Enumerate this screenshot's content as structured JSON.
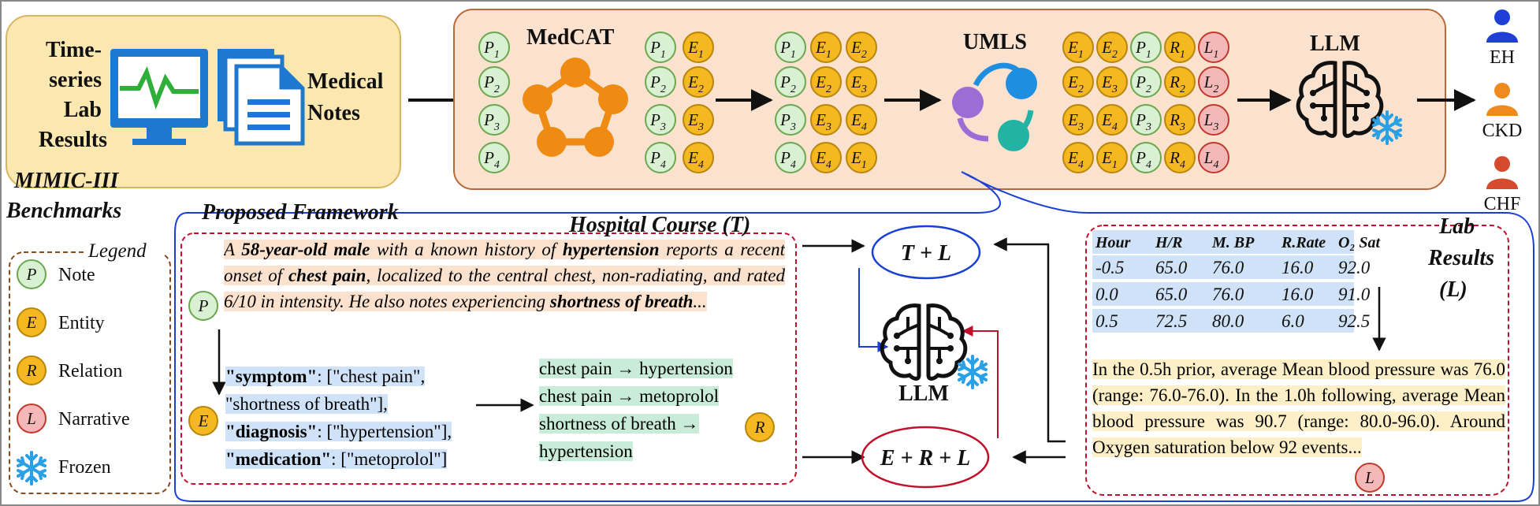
{
  "inputs": {
    "left_label_lines": [
      "Time-",
      "series",
      "Lab",
      "Results"
    ],
    "right_label_lines": [
      "Medical",
      "Notes"
    ]
  },
  "benchmark": {
    "lines": [
      "MIMIC-III",
      "Benchmarks"
    ]
  },
  "pipeline": {
    "medcat_label": "MedCAT",
    "umls_label": "UMLS",
    "llm_label": "LLM"
  },
  "outcomes": [
    {
      "label": "EH",
      "color": "#1f3fd6"
    },
    {
      "label": "CKD",
      "color": "#f08a1c"
    },
    {
      "label": "CHF",
      "color": "#d64a2e"
    }
  ],
  "framework": {
    "title": "Proposed Framework"
  },
  "hospital_course": {
    "title": "Hospital Course (",
    "title_var": "T",
    "title_end": ")",
    "paragraph": [
      {
        "t": "A ",
        "b": false
      },
      {
        "t": "58-year-old male",
        "b": true
      },
      {
        "t": " with a known history of ",
        "b": false
      },
      {
        "t": "hypertension",
        "b": true
      },
      {
        "t": " reports a recent onset of ",
        "b": false
      },
      {
        "t": "chest pain",
        "b": true
      },
      {
        "t": ", localized to the central chest, non-radiating, and rated 6/10 in intensity. He also notes experiencing ",
        "b": false
      },
      {
        "t": "shortness of breath",
        "b": true
      },
      {
        "t": "...",
        "b": false
      }
    ],
    "entities": [
      {
        "key": "\"symptom\"",
        "rest": ": [\"chest pain\","
      },
      {
        "key": "",
        "rest": "\"shortness of breath\"],"
      },
      {
        "key": "\"diagnosis\"",
        "rest": ": [\"hypertension\"],"
      },
      {
        "key": "\"medication\"",
        "rest": ": [\"metoprolol\"]"
      }
    ],
    "relations": [
      "chest pain → hypertension",
      "chest pain → metoprolol",
      "shortness of breath →",
      "hypertension"
    ]
  },
  "center": {
    "top_formula": "T + L",
    "bottom_formula": "E + R + L",
    "llm_label": "LLM"
  },
  "lab": {
    "title_lines": [
      "Lab",
      "Results"
    ],
    "title_var": "(L)",
    "headers": [
      "Hour",
      "H/R",
      "M. BP",
      "R.Rate",
      "O₂ Sat"
    ],
    "rows": [
      [
        "-0.5",
        "65.0",
        "76.0",
        "16.0",
        "92.0"
      ],
      [
        "0.0",
        "65.0",
        "76.0",
        "16.0",
        "91.0"
      ],
      [
        "0.5",
        "72.5",
        "80.0",
        "6.0",
        "92.5"
      ]
    ],
    "narrative": "In the 0.5h prior, average Mean blood pressure was 76.0 (range: 76.0-76.0). In the 1.0h following, average Mean blood pressure was 90.7 (range: 80.0-96.0). Around Oxygen saturation below 92 events..."
  },
  "legend": {
    "title": "Legend",
    "items": [
      {
        "letter": "P",
        "label": "Note"
      },
      {
        "letter": "E",
        "label": "Entity"
      },
      {
        "letter": "R",
        "label": "Relation"
      },
      {
        "letter": "L",
        "label": "Narrative"
      },
      {
        "letter": "",
        "label": "Frozen"
      }
    ]
  },
  "circles": {
    "P_fill": "#d9f0d3",
    "P_stroke": "#6aa84f",
    "E_fill": "#f5b820",
    "E_stroke": "#b8860b",
    "R_fill": "#f5b820",
    "R_stroke": "#b8860b",
    "L_fill": "#f4b8b8",
    "L_stroke": "#c0392b"
  },
  "node_groups": {
    "col1": [
      [
        "P",
        "1"
      ],
      [
        "P",
        "2"
      ],
      [
        "P",
        "3"
      ],
      [
        "P",
        "4"
      ]
    ],
    "col2": [
      [
        [
          "P",
          "1"
        ],
        [
          "E",
          "1"
        ]
      ],
      [
        [
          "P",
          "2"
        ],
        [
          "E",
          "2"
        ]
      ],
      [
        [
          "P",
          "3"
        ],
        [
          "E",
          "3"
        ]
      ],
      [
        [
          "P",
          "4"
        ],
        [
          "E",
          "4"
        ]
      ]
    ],
    "col3": [
      [
        [
          "P",
          "1"
        ],
        [
          "E",
          "1"
        ],
        [
          "E",
          "2"
        ]
      ],
      [
        [
          "P",
          "2"
        ],
        [
          "E",
          "2"
        ],
        [
          "E",
          "3"
        ]
      ],
      [
        [
          "P",
          "3"
        ],
        [
          "E",
          "3"
        ],
        [
          "E",
          "4"
        ]
      ],
      [
        [
          "P",
          "4"
        ],
        [
          "E",
          "4"
        ],
        [
          "E",
          "1"
        ]
      ]
    ],
    "col4": [
      [
        [
          "E",
          "1"
        ],
        [
          "E",
          "2"
        ],
        [
          "P",
          "1"
        ],
        [
          "R",
          "1"
        ],
        [
          "L",
          "1"
        ]
      ],
      [
        [
          "E",
          "2"
        ],
        [
          "E",
          "3"
        ],
        [
          "P",
          "2"
        ],
        [
          "R",
          "2"
        ],
        [
          "L",
          "2"
        ]
      ],
      [
        [
          "E",
          "3"
        ],
        [
          "E",
          "4"
        ],
        [
          "P",
          "3"
        ],
        [
          "R",
          "3"
        ],
        [
          "L",
          "3"
        ]
      ],
      [
        [
          "E",
          "4"
        ],
        [
          "E",
          "1"
        ],
        [
          "P",
          "4"
        ],
        [
          "R",
          "4"
        ],
        [
          "L",
          "4"
        ]
      ]
    ]
  }
}
